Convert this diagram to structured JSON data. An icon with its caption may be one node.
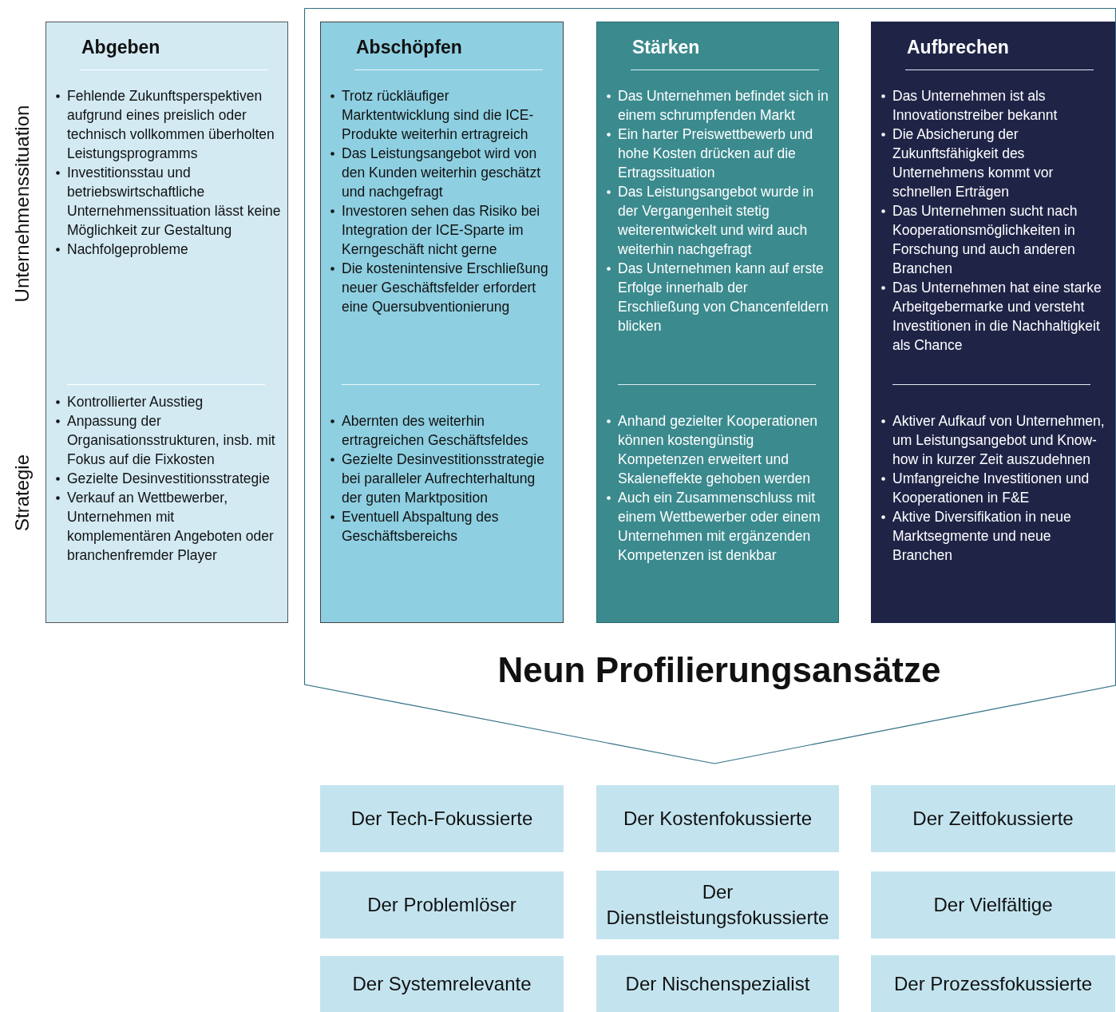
{
  "diagram": {
    "nodes": [
      {
        "text": [
          "Neun Profilierungsansätze"
        ]
      },
      {
        "text": [
          "Abgeben"
        ]
      },
      {
        "text": [
          "Fehlende Zukunftsperspektiven aufgrund eines preislich oder technisch vollkommen überholten Leistungsprogramms",
          "Investitionsstau und betriebswirtschaftliche Unternehmenssituation lässt keine Möglichkeit zur Gestaltung",
          "Nachfolgeprobleme"
        ],
        "in": 1
      },
      {
        "text": [
          "Kontrollierter Ausstieg",
          "Anpassung der Organisationsstrukturen, insb. mit Fokus auf die Fixkosten",
          "Gezielte Desinvestitionsstrategie",
          "Verkauf an Wettbewerber, Unternehmen mit komplementären Angeboten oder branchenfremder Player"
        ],
        "in": 1
      },
      {
        "text": [
          "Abschöpfen"
        ],
        "in": 0
      },
      {
        "text": [
          "Trotz rückläufiger Marktentwicklung sind die ICE-Produkte weiterhin ertragreich",
          "Das Leistungsangebot wird von den Kunden weiterhin geschätzt und nachgefragt",
          "Investoren sehen das Risiko bei Integration der ICE-Sparte im Kerngeschäft nicht gerne",
          "Die kostenintensive Erschließung neuer Geschäftsfelder erfordert eine Quersubventionierung"
        ],
        "in": 4
      },
      {
        "text": [
          "Abernten des weiterhin ertragreichen Geschäftsfeldes",
          "Gezielte Desinvestitionsstrategie bei paralleler Aufrechterhaltung der guten Marktposition",
          "Eventuell Abspaltung des Geschäftsbereichs"
        ],
        "in": 4
      },
      {
        "text": [
          "Stärken"
        ],
        "in": 0
      },
      {
        "text": [
          "Das Unternehmen befindet sich in einem schrumpfenden Markt",
          "Ein harter Preiswettbewerb und hohe Kosten drücken auf die Ertragssituation",
          "Das Leistungsangebot wurde in der Vergangenheit stetig weiterentwickelt und wird auch weiterhin nachgefragt",
          "Das Unternehmen kann auf erste Erfolge innerhalb der Erschließung von Chancenfeldern blicken"
        ],
        "in": 7
      },
      {
        "text": [
          "Anhand gezielter Kooperationen können kostengünstig Kompetenzen erweitert und Skaleneffekte gehoben werden",
          "Auch ein Zusammenschluss mit einem Wettbewerber oder einem Unternehmen mit ergänzenden Kompetenzen ist denkbar"
        ],
        "in": 7
      },
      {
        "text": [
          "Aufbrechen"
        ],
        "in": 0
      },
      {
        "text": [
          "Das Unternehmen ist als Innovationstreiber bekannt",
          "Die Absicherung der Zukunftsfähigkeit des Unternehmens kommt vor schnellen Erträgen",
          "Das Unternehmen sucht nach Kooperationsmöglichkeiten in Forschung und auch anderen Branchen",
          "Das Unternehmen hat eine starke Arbeitgebermarke und versteht Investitionen in die Nachhaltigkeit als Chance"
        ],
        "in": 10
      },
      {
        "text": [
          "Aktiver Aufkauf von Unternehmen, um Leistungsangebot und Know-how in kurzer Zeit auszudehnen",
          "Umfangreiche Investitionen und Kooperationen in F&E",
          "Aktive Diversifikation in neue Marktsegmente und neue Branchen"
        ],
        "in": 10
      },
      {
        "text": [
          "Der Tech-Fokussierte"
        ]
      },
      {
        "text": [
          "Der Kostenfokussierte"
        ]
      },
      {
        "text": [
          "Der Zeitfokussierte"
        ]
      },
      {
        "text": [
          "Der Problemlöser"
        ]
      },
      {
        "text": [
          "Der Dienstleistungsfokussierte"
        ]
      },
      {
        "text": [
          "Der Vielfältige"
        ]
      },
      {
        "text": [
          "Der Systemrelevante"
        ]
      },
      {
        "text": [
          "Der Nischenspezialist"
        ]
      },
      {
        "text": [
          "Der Prozessfokussierte"
        ]
      }
    ],
    "labels": [
      "Unternehmenssituation",
      "Strategie"
    ]
  }
}
